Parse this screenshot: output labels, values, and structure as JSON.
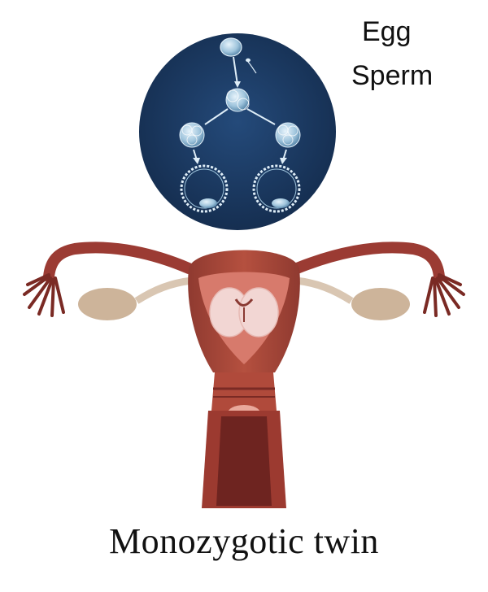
{
  "labels": {
    "egg": "Egg",
    "sperm": "Sperm",
    "title": "Monozygotic twin"
  },
  "colors": {
    "circle_background": "#1c3a63",
    "cell": "#b9d4e6",
    "uterus_wall": "#a8473a",
    "uterus_dark": "#7a2a24",
    "cavity": "#d77a6c",
    "embryo": "#f2d6d3",
    "ovary": "#cdb49a",
    "text": "#111111"
  },
  "icons": [
    "egg-icon",
    "sperm-icon",
    "zygote-icon",
    "embryo-cluster-icon",
    "blastocyst-icon",
    "uterus-icon",
    "ovary-icon",
    "fallopian-tube-icon",
    "twin-embryos-icon"
  ]
}
